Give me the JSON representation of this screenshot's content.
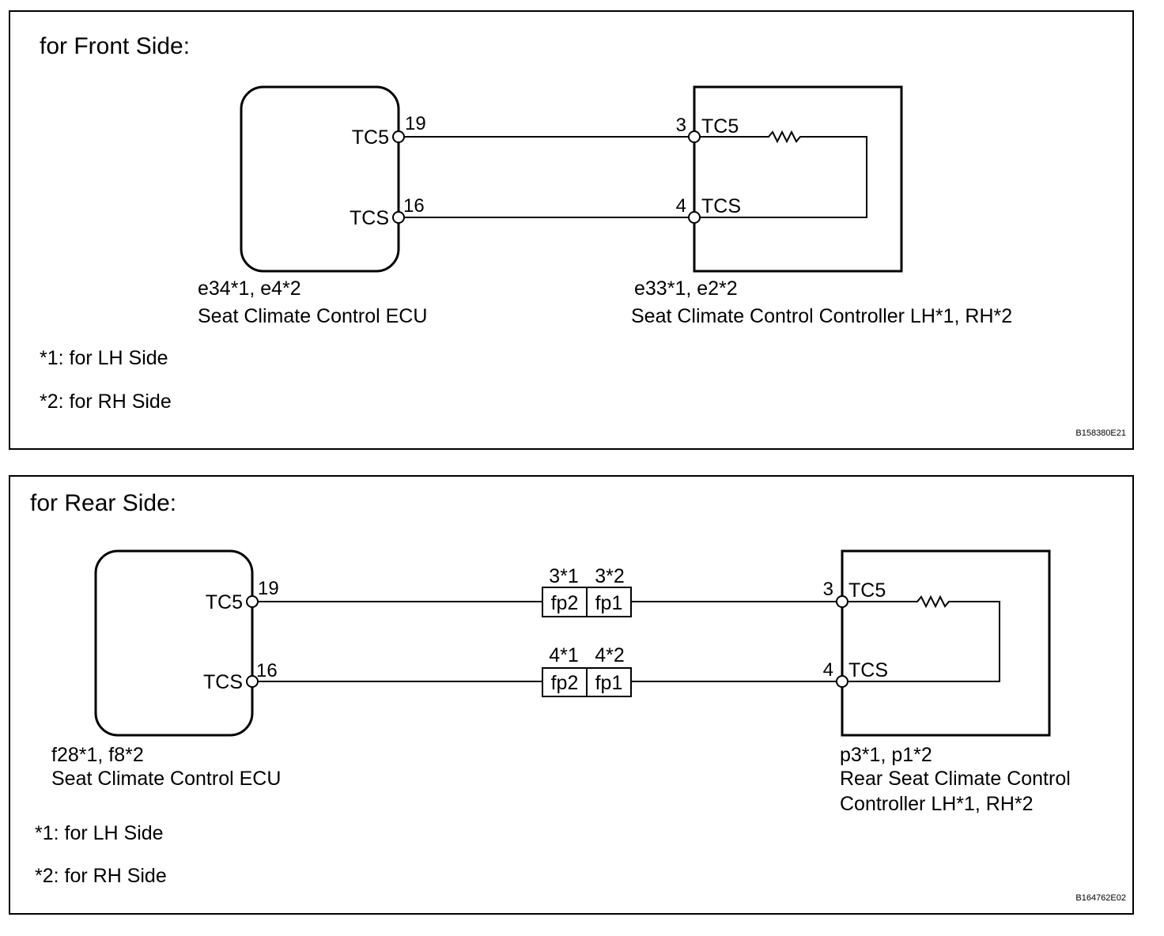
{
  "front": {
    "title": "for Front Side:",
    "ecu": {
      "pins": [
        {
          "name": "TC5",
          "num": "19"
        },
        {
          "name": "TCS",
          "num": "16"
        }
      ],
      "connector": "e34*1, e4*2",
      "label": "Seat Climate Control ECU"
    },
    "controller": {
      "pins": [
        {
          "name": "TC5",
          "num": "3"
        },
        {
          "name": "TCS",
          "num": "4"
        }
      ],
      "connector": "e33*1, e2*2",
      "label": "Seat Climate Control Controller LH*1, RH*2"
    },
    "notes": [
      "*1: for LH Side",
      "*2: for RH Side"
    ],
    "code": "B158380E21"
  },
  "rear": {
    "title": "for Rear Side:",
    "ecu": {
      "pins": [
        {
          "name": "TC5",
          "num": "19"
        },
        {
          "name": "TCS",
          "num": "16"
        }
      ],
      "connector": "f28*1, f8*2",
      "label": "Seat Climate Control ECU"
    },
    "junctions": [
      {
        "pin_labels": [
          "3*1",
          "3*2"
        ],
        "boxes": [
          "fp2",
          "fp1"
        ]
      },
      {
        "pin_labels": [
          "4*1",
          "4*2"
        ],
        "boxes": [
          "fp2",
          "fp1"
        ]
      }
    ],
    "controller": {
      "pins": [
        {
          "name": "TC5",
          "num": "3"
        },
        {
          "name": "TCS",
          "num": "4"
        }
      ],
      "connector": "p3*1, p1*2",
      "label_lines": [
        "Rear Seat Climate Control",
        "Controller LH*1, RH*2"
      ]
    },
    "notes": [
      "*1: for LH Side",
      "*2: for RH Side"
    ],
    "code": "B164762E02"
  }
}
